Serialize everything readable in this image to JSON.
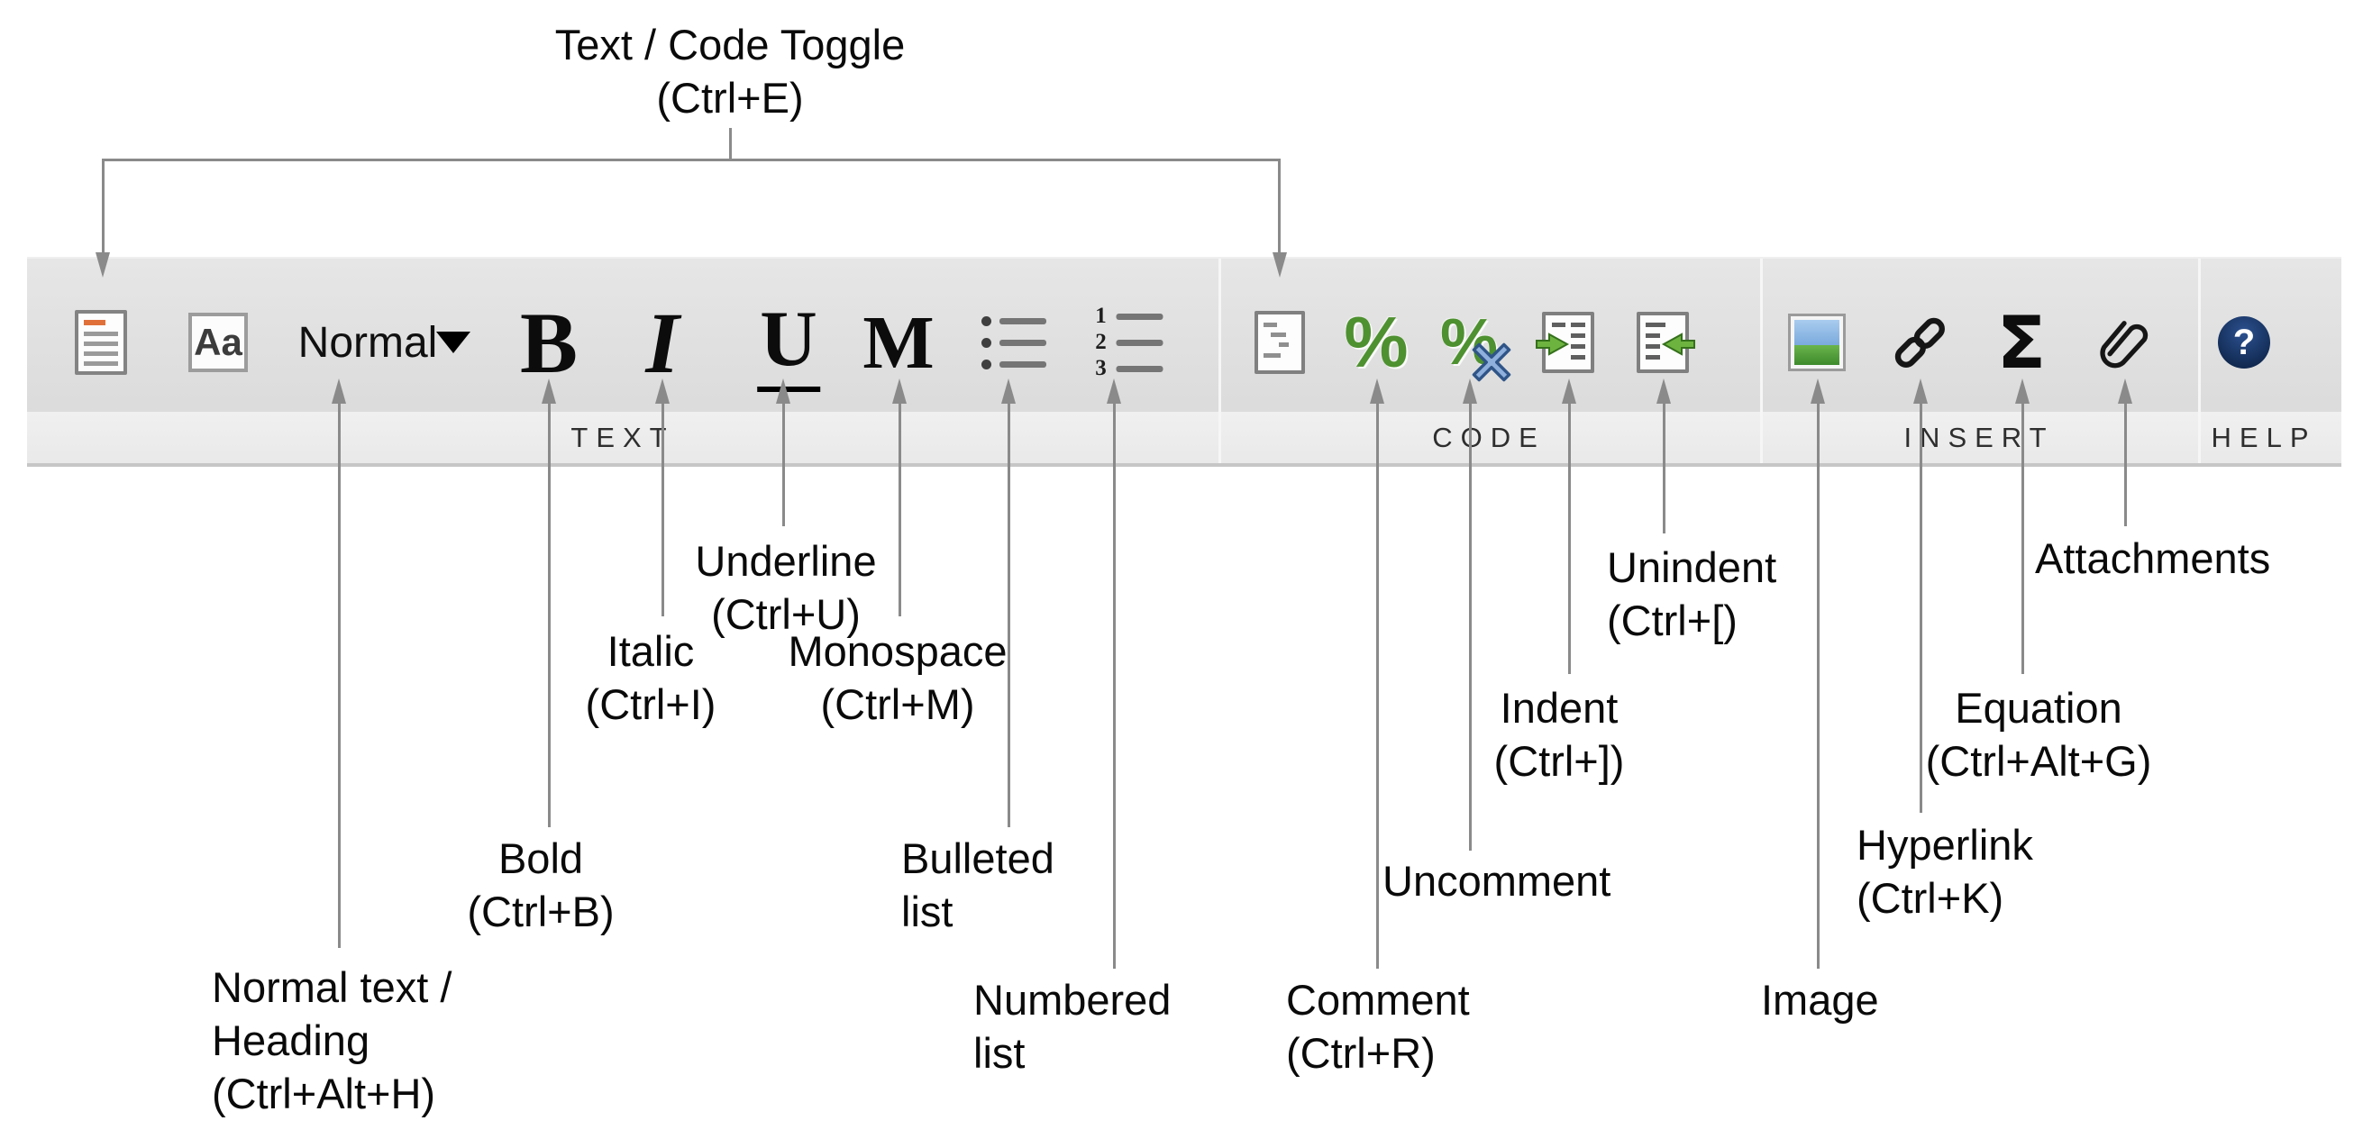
{
  "toolbar": {
    "groups": {
      "text": "TEXT",
      "code": "CODE",
      "insert": "INSERT",
      "help": "HELP"
    },
    "format_select": {
      "value": "Normal"
    },
    "style_box_label": "Aa",
    "glyphs": {
      "bold": "B",
      "italic": "I",
      "underline": "U",
      "monospace": "M",
      "comment": "%",
      "uncomment": "%",
      "equation": "Σ",
      "help": "?"
    },
    "numbered_digits": [
      "1",
      "2",
      "3"
    ]
  },
  "annotations": {
    "text_code_toggle": "Text / Code Toggle\n(Ctrl+E)",
    "normal_heading": "Normal text /\nHeading\n(Ctrl+Alt+H)",
    "bold": "Bold\n(Ctrl+B)",
    "italic": "Italic\n(Ctrl+I)",
    "underline": "Underline\n(Ctrl+U)",
    "monospace": "Monospace\n(Ctrl+M)",
    "bulleted": "Bulleted\nlist",
    "numbered": "Numbered\nlist",
    "comment": "Comment\n(Ctrl+R)",
    "uncomment": "Uncomment",
    "indent": "Indent\n(Ctrl+])",
    "unindent": "Unindent\n(Ctrl+[)",
    "image": "Image",
    "hyperlink": "Hyperlink\n(Ctrl+K)",
    "equation": "Equation\n(Ctrl+Alt+G)",
    "attachments": "Attachments"
  },
  "colors": {
    "comment_green": "#4e9130",
    "uncomment_x_blue": "#8fb0dc",
    "help_navy": "#15335f",
    "doc_accent_orange": "#e0703a",
    "indent_arrow_green": "#6db33f",
    "annotation_line_gray": "#8a8a8a"
  }
}
